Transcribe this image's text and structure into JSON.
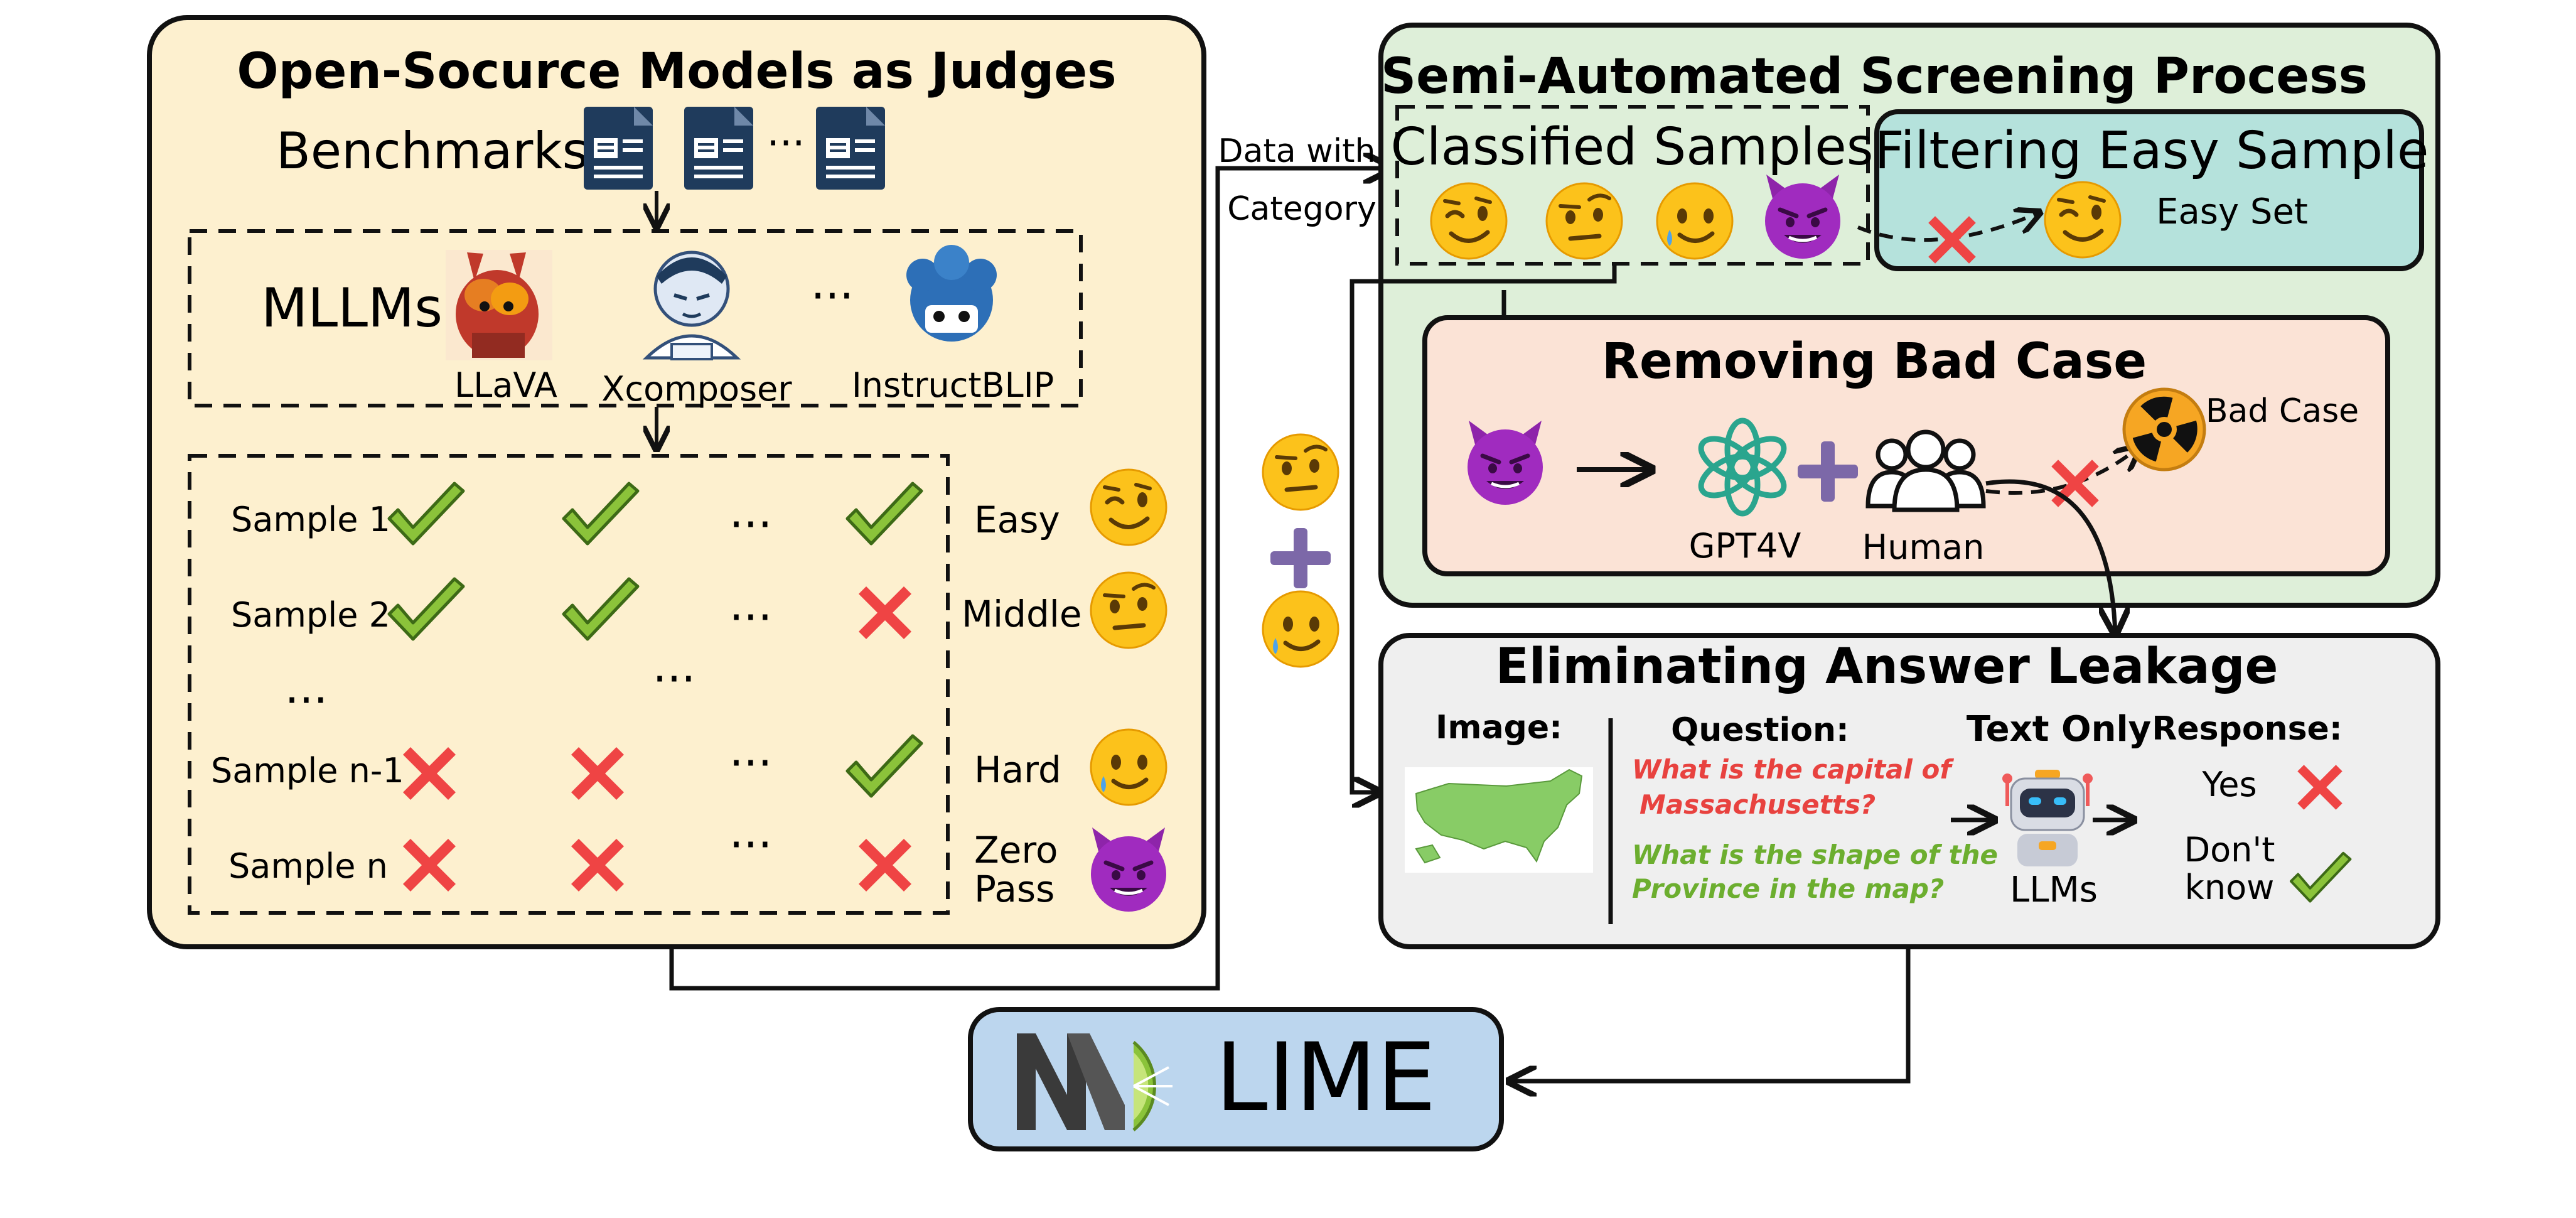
{
  "left_panel": {
    "title": "Open-Socurce Models as Judges",
    "benchmarks_label": "Benchmarks",
    "benchmark_ellipsis": "···",
    "mllms_label": "MLLMs",
    "models": [
      "LLaVA",
      "Xcomposer",
      "InstructBLIP"
    ],
    "models_ellipsis": "···",
    "samples": [
      {
        "name": "Sample 1",
        "results": [
          "check",
          "check",
          "check"
        ],
        "category": "Easy",
        "emoji": "wink"
      },
      {
        "name": "Sample 2",
        "results": [
          "check",
          "check",
          "cross"
        ],
        "category": "Middle",
        "emoji": "raised-eyebrow"
      },
      {
        "name": "Sample n-1",
        "results": [
          "cross",
          "cross",
          "check"
        ],
        "category": "Hard",
        "emoji": "sad-smile"
      },
      {
        "name": "Sample n",
        "results": [
          "cross",
          "cross",
          "cross"
        ],
        "category": "Zero Pass",
        "emoji": "devil"
      }
    ],
    "ellipsis": "···"
  },
  "flow_label": {
    "line1": "Data with",
    "line2": "Category"
  },
  "screening": {
    "title": "Semi-Automated Screening Process",
    "classified_title": "Classified Samples",
    "filter_title": "Filtering Easy Sample",
    "easy_set_label": "Easy Set",
    "removing_title": "Removing Bad Case",
    "gpt_label": "GPT4V",
    "human_label": "Human",
    "bad_case_label": "Bad Case"
  },
  "leakage": {
    "title": "Eliminating Answer Leakage",
    "image_header": "Image:",
    "question_header": "Question:",
    "text_only_header": "Text Only",
    "response_header": "Response:",
    "question1": [
      "What is the capital of",
      "Massachusetts?"
    ],
    "question2": [
      "What is the shape of the",
      "Province in the map?"
    ],
    "llms_label": "LLMs",
    "response_yes": "Yes",
    "response_dont_know": [
      "Don't",
      "know"
    ]
  },
  "lime": {
    "label": "LIME"
  },
  "colors": {
    "left_bg": "#fdf0cf",
    "screen_bg": "#deefd9",
    "filter_bg": "#b5e2dc",
    "removing_bg": "#fbe3d6",
    "leakage_bg": "#efefef",
    "lime_bg": "#bcd6ee",
    "check": "#8bc33a",
    "cross": "#ef4444",
    "plus": "#7c68a8"
  }
}
